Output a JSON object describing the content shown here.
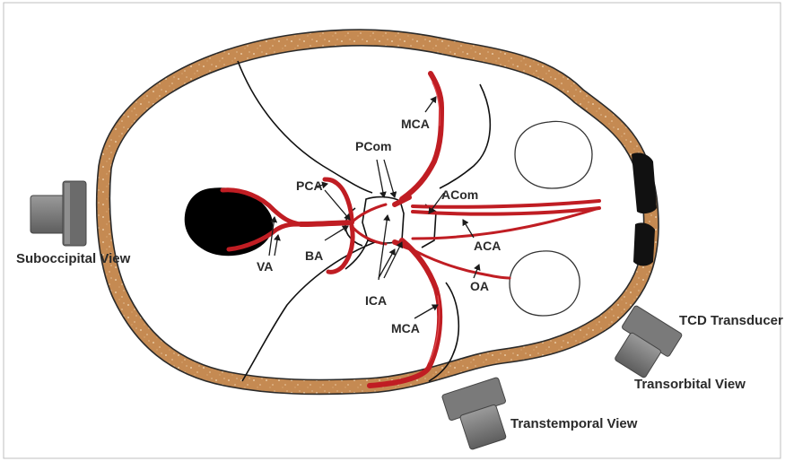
{
  "labels": {
    "mca_top": "MCA",
    "pcom": "PCom",
    "pca": "PCA",
    "acom": "ACom",
    "aca": "ACA",
    "ba": "BA",
    "va": "VA",
    "ica": "ICA",
    "oa": "OA",
    "mca_bottom": "MCA"
  },
  "views": {
    "suboccipital": "Suboccipital View",
    "transorbital": "Transorbital View",
    "transtemporal": "Transtemporal View",
    "tcd_transducer": "TCD Transducer"
  },
  "colors": {
    "skull": "#c58a52",
    "skull_outline": "#2a2a2a",
    "vessel": "#c01d23",
    "transducer": "#7a7a7a",
    "foramen": "#000000"
  }
}
